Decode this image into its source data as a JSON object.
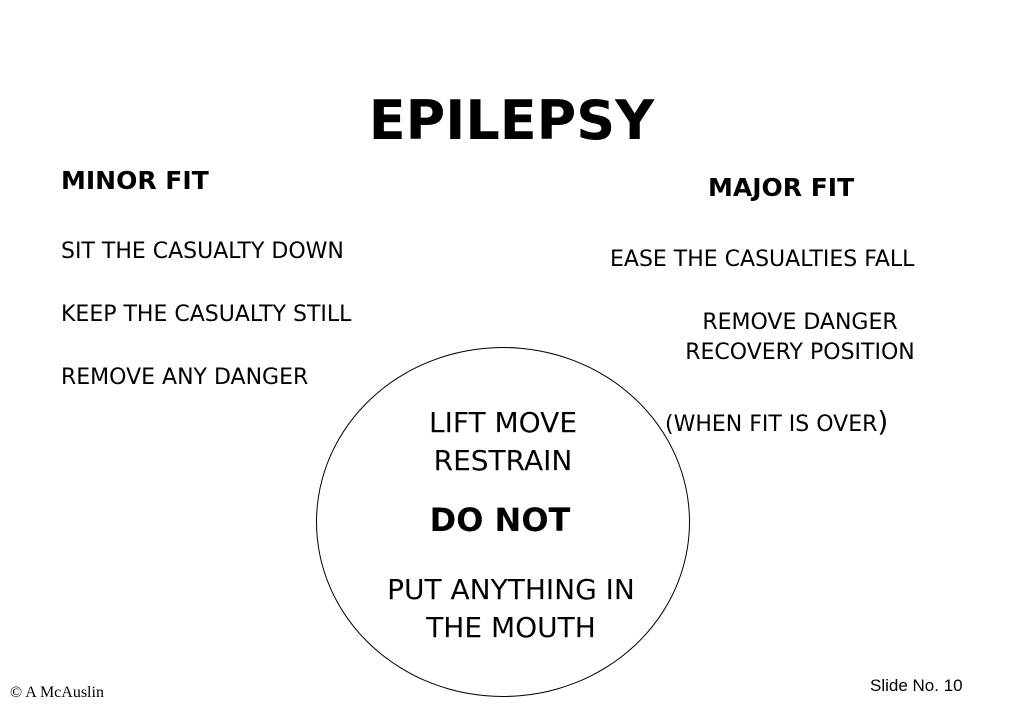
{
  "slide": {
    "title": "EPILEPSY",
    "minor": {
      "heading": "MINOR FIT",
      "items": [
        "SIT THE CASUALTY DOWN",
        "KEEP THE CASUALTY STILL",
        "REMOVE ANY DANGER"
      ]
    },
    "major": {
      "heading": "MAJOR FIT",
      "items": [
        "EASE THE CASUALTIES FALL",
        "REMOVE DANGER",
        "RECOVERY POSITION",
        "(WHEN FIT IS OVER",
        ")"
      ]
    },
    "circle": {
      "line1": "LIFT  MOVE",
      "line2": "RESTRAIN",
      "donot": "DO NOT",
      "line3": "PUT ANYTHING IN",
      "line4": "THE MOUTH"
    },
    "footer": {
      "copyright": "© A McAuslin",
      "slide_number": "Slide No. 10"
    }
  }
}
